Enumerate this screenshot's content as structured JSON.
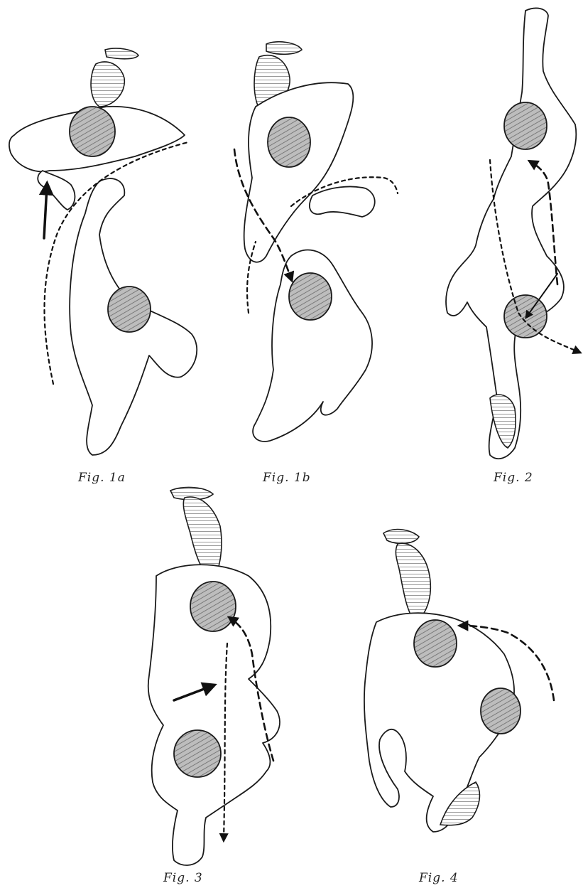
{
  "figures": {
    "fig1a": {
      "caption": "Fig. 1a"
    },
    "fig1b": {
      "caption": "Fig. 1b"
    },
    "fig2": {
      "caption": "Fig. 2"
    },
    "fig3": {
      "caption": "Fig. 3"
    },
    "fig4": {
      "caption": "Fig. 4"
    }
  }
}
